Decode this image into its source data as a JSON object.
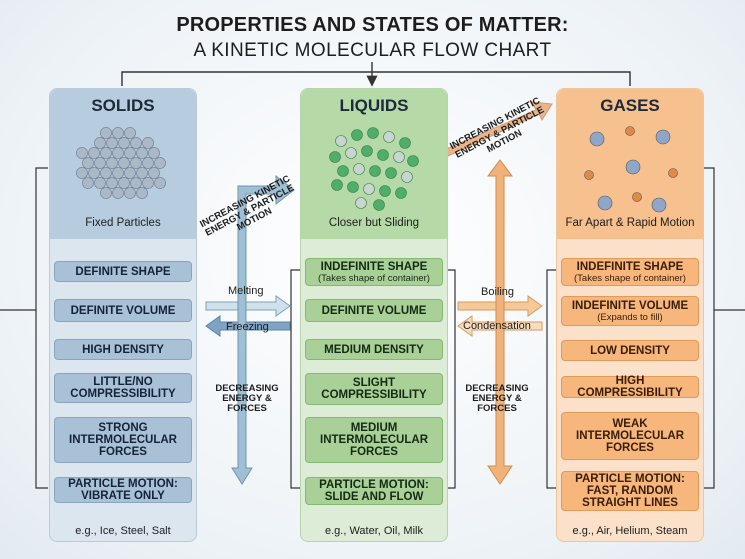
{
  "title": {
    "line1": "PROPERTIES AND STATES OF MATTER:",
    "line2": "A KINETIC MOLECULAR FLOW CHART"
  },
  "solids": {
    "name": "SOLIDS",
    "particle_label": "Fixed Particles",
    "props": [
      {
        "main": "DEFINITE SHAPE",
        "sub": ""
      },
      {
        "main": "DEFINITE VOLUME",
        "sub": ""
      },
      {
        "main": "HIGH DENSITY",
        "sub": ""
      },
      {
        "main": "LITTLE/NO COMPRESSIBILITY",
        "sub": ""
      },
      {
        "main": "STRONG INTERMOLECULAR FORCES",
        "sub": ""
      },
      {
        "main": "PARTICLE MOTION: VIBRATE ONLY",
        "sub": ""
      }
    ],
    "examples": "e.g., Ice, Steel, Salt"
  },
  "liquids": {
    "name": "LIQUIDS",
    "particle_label": "Closer but Sliding",
    "props": [
      {
        "main": "INDEFINITE SHAPE",
        "sub": "(Takes shape of container)"
      },
      {
        "main": "DEFINITE VOLUME",
        "sub": ""
      },
      {
        "main": "MEDIUM DENSITY",
        "sub": ""
      },
      {
        "main": "SLIGHT COMPRESSIBILITY",
        "sub": ""
      },
      {
        "main": "MEDIUM INTERMOLECULAR FORCES",
        "sub": ""
      },
      {
        "main": "PARTICLE MOTION: SLIDE AND FLOW",
        "sub": ""
      }
    ],
    "examples": "e.g., Water, Oil, Milk"
  },
  "gases": {
    "name": "GASES",
    "particle_label": "Far Apart & Rapid Motion",
    "props": [
      {
        "main": "INDEFINITE SHAPE",
        "sub": "(Takes shape of container)"
      },
      {
        "main": "INDEFINITE VOLUME",
        "sub": "(Expands to fill)"
      },
      {
        "main": "LOW DENSITY",
        "sub": ""
      },
      {
        "main": "HIGH COMPRESSIBILITY",
        "sub": ""
      },
      {
        "main": "WEAK INTERMOLECULAR FORCES",
        "sub": ""
      },
      {
        "main": "PARTICLE MOTION: FAST, RANDOM STRAIGHT LINES",
        "sub": ""
      }
    ],
    "examples": "e.g., Air, Helium, Steam"
  },
  "transitions": {
    "melting": "Melting",
    "freezing": "Freezing",
    "boiling": "Boiling",
    "condensation": "Condensation",
    "increasing": "INCREASING KINETIC ENERGY & PARTICLE MOTION",
    "decreasing": "DECREASING ENERGY & FORCES"
  },
  "colors": {
    "solid": "#a9c1d6",
    "liquid": "#a9d097",
    "gas": "#f6b67c"
  }
}
